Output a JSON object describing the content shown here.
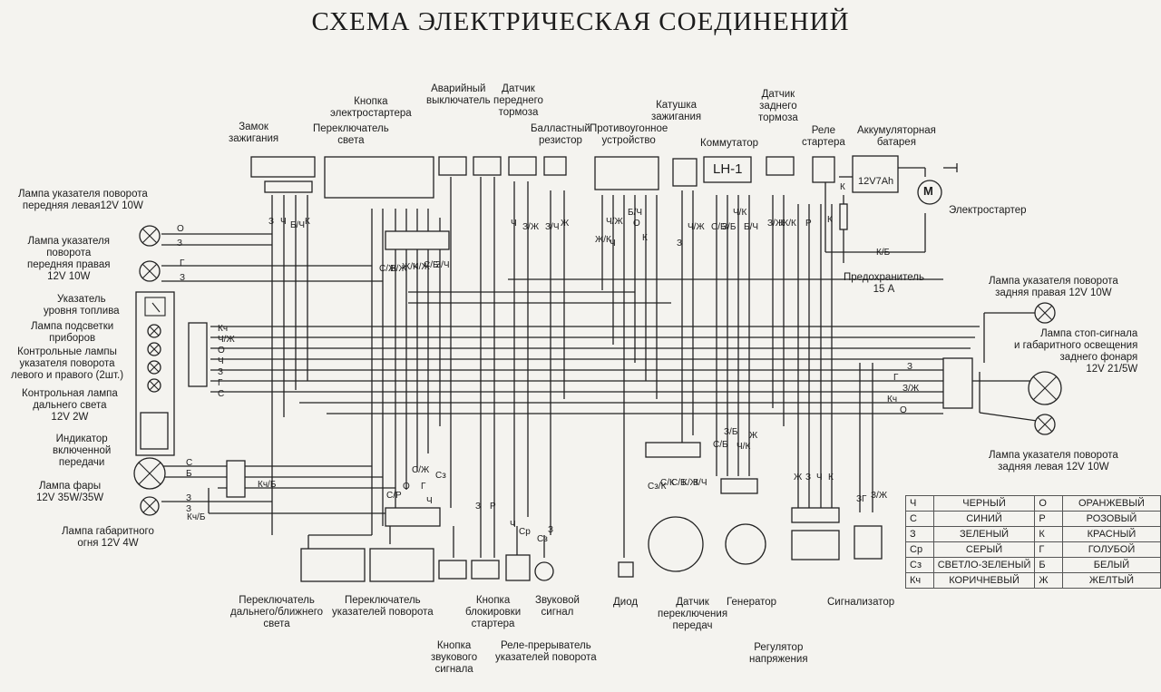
{
  "title": "СХЕМА ЭЛЕКТРИЧЕСКАЯ СОЕДИНЕНИЙ",
  "components": {
    "ignition_lock": "Замок\nзажигания",
    "starter_button": "Кнопка\nэлектростартера",
    "light_switch": "Переключатель\nсвета",
    "emergency_switch": "Аварийный\nвыключатель",
    "front_brake_sensor": "Датчик\nпереднего\nтормоза",
    "ballast_resistor": "Балластный\nрезистор",
    "anti_theft": "Противоугонное\nустройство",
    "ignition_coil": "Катушка\nзажигания",
    "commutator": "Коммутатор",
    "commutator_code": "LH-1",
    "rear_brake_sensor": "Датчик\nзаднего\nтормоза",
    "starter_relay": "Реле\nстартера",
    "battery": "Аккумуляторная\nбатарея",
    "battery_rating": "12V7Ah",
    "starter_motor": "Электростартер",
    "motor_symbol": "M",
    "fuse": "Предохранитель\n15 А",
    "front_left_turn": "Лампа указателя поворота\nпередняя левая12V 10W",
    "front_right_turn": "Лампа указателя\nповорота\nпередняя правая\n12V 10W",
    "fuel_gauge": "Указатель\nуровня топлива",
    "instrument_light": "Лампа подсветки\nприборов",
    "turn_indicator_lamps": "Контрольные лампы\nуказателя поворота\nлевого и правого (2шт.)",
    "high_beam_lamp": "Контрольная лампа\nдальнего света\n12V 2W",
    "gear_indicator": "Индикатор\nвключенной\nпередачи",
    "headlamp": "Лампа фары\n12V 35W/35W",
    "parking_lamp": "Лампа габаритного\nогня 12V 4W",
    "dimmer_switch": "Переключатель\nдальнего/ближнего\nсвета",
    "turn_switch": "Переключатель\nуказателей поворота",
    "horn_button": "Кнопка\nзвукового\nсигнала",
    "starter_lock_button": "Кнопка\nблокировки\nстартера",
    "flasher_relay": "Реле-прерыватель\nуказателей поворота",
    "horn": "Звуковой\nсигнал",
    "diode": "Диод",
    "gear_sensor": "Датчик\nпереключения\nпередач",
    "generator": "Генератор",
    "regulator": "Регулятор\nнапряжения",
    "alarm": "Сигнализатор",
    "rear_right_turn": "Лампа указателя поворота\nзадняя правая 12V 10W",
    "stop_lamp": "Лампа стоп-сигнала\nи габаритного освещения\nзаднего фонаря\n12V 21/5W",
    "rear_left_turn": "Лампа указателя поворота\nзадняя левая 12V 10W"
  },
  "wire_labels": {
    "fl_o": "О",
    "fl_z": "З",
    "fr_g": "Г",
    "fr_z": "З",
    "dash_kch": "Кч",
    "dash_chzh": "Ч/Ж",
    "dash_o": "О",
    "dash_ch": "Ч",
    "dash_z": "З",
    "dash_g": "Г",
    "dash_s": "С",
    "hl_s": "С",
    "hl_b": "Б",
    "hl_kchb": "Кч/Б",
    "pk_z1": "З",
    "pk_z2": "З",
    "pk_kchb": "Кч/Б",
    "rr_z": "З",
    "rr_g": "Г",
    "rr_zzh": "З/Ж",
    "rr_kch": "Кч",
    "rr_o": "О",
    "bat_k": "К",
    "bat_kb": "К/Б",
    "rel_k": "К",
    "rel_r": "Р",
    "ig1": "З",
    "ig2": "Ч",
    "ig3": "Б/Ч",
    "ig4": "К",
    "fb1": "Ч",
    "fb2": "З/Ж",
    "br1": "З/Ч",
    "br2": "Ж",
    "at1": "Ж/К",
    "at2": "Ч/Ж",
    "at3": "Б/Ч",
    "at4": "Ч",
    "at5": "О",
    "at6": "К",
    "co1": "З",
    "co2": "Ч/Ж",
    "co3": "С/Б",
    "co4": "З/Б",
    "co5": "Ч/К",
    "co6": "Б/Ч",
    "rb1": "З/Ж",
    "rb2": "Ж/К",
    "gen1": "С/Б",
    "gen2": "З/Б",
    "gen3": "Ч/К",
    "gen4": "Ж",
    "reg1": "Ж",
    "reg2": "З",
    "reg3": "Ч",
    "reg4": "К",
    "gs1": "Сз/К",
    "gs2": "С/К",
    "gs3": "С/Б",
    "gs4": "К/Ж",
    "gs5": "З/Ч",
    "al1": "ЗГ",
    "al2": "З/Ж",
    "sl1": "З",
    "sl2": "Р",
    "fr1": "Ч",
    "fr2": "Ср",
    "hn1": "Сз",
    "hn2": "З",
    "bl1": "С/Ж",
    "bl2": "Б/Ж",
    "bl3": "Ж/К",
    "bl4": "Ч/Ж",
    "bl5": "С/Б",
    "bl6": "З/Ч",
    "bot1": "С/Р",
    "bot2": "О",
    "bot3": "С/Ж",
    "bot4": "Г",
    "bot5": "Ч",
    "bot6": "Сз"
  },
  "legend": [
    {
      "code": "Ч",
      "name": "ЧЕРНЫЙ",
      "code2": "О",
      "name2": "ОРАНЖЕВЫЙ"
    },
    {
      "code": "С",
      "name": "СИНИЙ",
      "code2": "Р",
      "name2": "РОЗОВЫЙ"
    },
    {
      "code": "З",
      "name": "ЗЕЛЕНЫЙ",
      "code2": "К",
      "name2": "КРАСНЫЙ"
    },
    {
      "code": "Ср",
      "name": "СЕРЫЙ",
      "code2": "Г",
      "name2": "ГОЛУБОЙ"
    },
    {
      "code": "Сз",
      "name": "СВЕТЛО-ЗЕЛЕНЫЙ",
      "code2": "Б",
      "name2": "БЕЛЫЙ"
    },
    {
      "code": "Кч",
      "name": "КОРИЧНЕВЫЙ",
      "code2": "Ж",
      "name2": "ЖЕЛТЫЙ"
    }
  ]
}
